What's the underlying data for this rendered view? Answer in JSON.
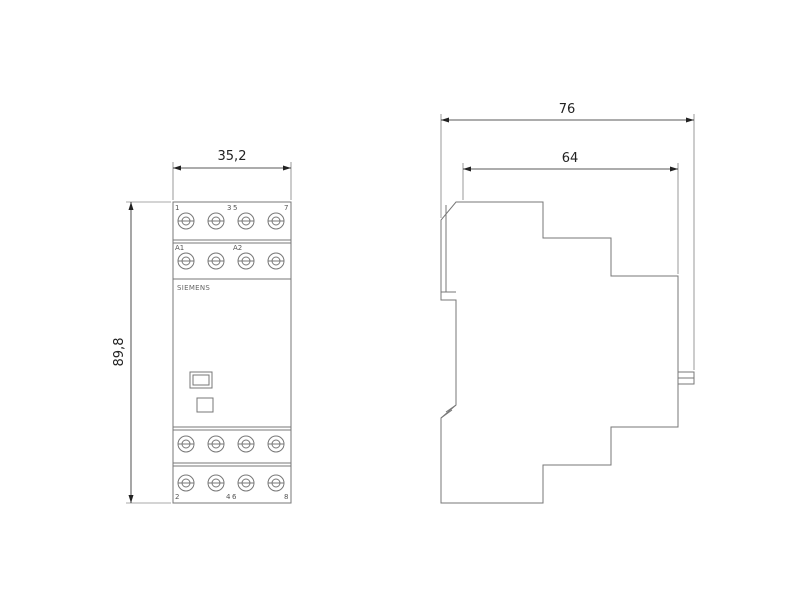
{
  "dimensions": {
    "front_width": "35,2",
    "front_height": "89,8",
    "side_total_depth": "76",
    "side_body_depth": "64"
  },
  "front_view": {
    "brand": "SIEMENS",
    "top_terminal_labels": [
      "1",
      "3",
      "5",
      "7"
    ],
    "coil_terminal_labels": [
      "A1",
      "A2"
    ],
    "bottom_terminal_labels": [
      "2",
      "4",
      "6",
      "8"
    ]
  }
}
